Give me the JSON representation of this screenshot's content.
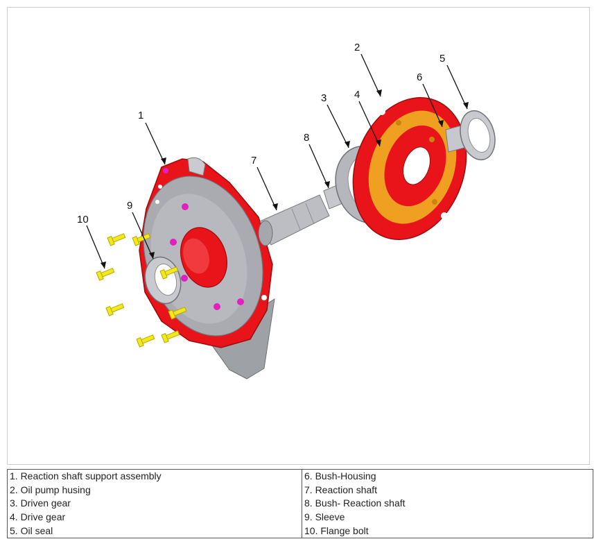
{
  "callouts": [
    "1",
    "2",
    "3",
    "4",
    "5",
    "6",
    "7",
    "8",
    "9",
    "10"
  ],
  "legend": {
    "left": [
      "1. Reaction shaft support assembly",
      "2. Oil pump husing",
      "3. Driven gear",
      "4. Drive gear",
      "5. Oil seal"
    ],
    "right": [
      "6. Bush-Housing",
      "7. Reaction shaft",
      "8. Bush- Reaction shaft",
      "9. Sleeve",
      "10. Flange bolt"
    ]
  },
  "colors": {
    "housing_red": "#e8141a",
    "metal_gray": "#a9abb0",
    "bolt_yellow": "#f2e81c",
    "orange_face": "#f0a020",
    "magenta_holes": "#e020c0"
  }
}
